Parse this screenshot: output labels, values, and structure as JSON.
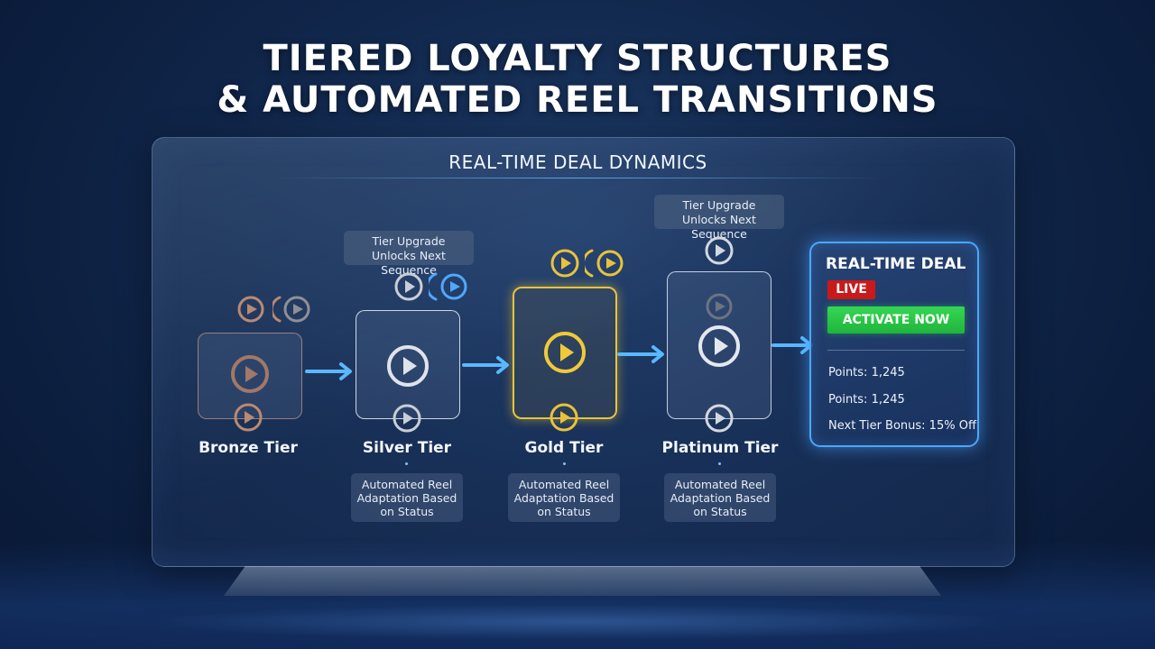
{
  "title": {
    "line1": "TIERED LOYALTY STRUCTURES",
    "line2": "& AUTOMATED REEL TRANSITIONS"
  },
  "panel": {
    "title": "REAL-TIME DEAL DYNAMICS"
  },
  "tiers": [
    {
      "name": "Bronze Tier",
      "color": "#b98a72"
    },
    {
      "name": "Silver Tier",
      "color": "#d6dbe2"
    },
    {
      "name": "Gold Tier",
      "color": "#e8c33a"
    },
    {
      "name": "Platinum Tier",
      "color": "#e4e8ee"
    }
  ],
  "tooltips": {
    "silver": "Tier Upgrade Unlocks Next Sequence",
    "platinum": "Tier Upgrade Unlocks Next Sequence"
  },
  "descriptions": {
    "silver": "Automated Reel Adaptation Based on Status",
    "gold": "Automated Reel Adaptation Based on Status",
    "platinum": "Automated Reel Adaptation Based on Status"
  },
  "deal": {
    "title": "REAL-TIME DEAL",
    "live_label": "LIVE",
    "activate_label": "ACTIVATE NOW",
    "points_1": "Points: 1,245",
    "points_2": "Points: 1,245",
    "next_tier_bonus": "Next Tier Bonus: 15% Off"
  },
  "colors": {
    "accent_blue": "#4aa8ff",
    "live_red": "#c91a1a",
    "activate_green": "#2ac748"
  },
  "icons": [
    "play-icon",
    "arrow-right-icon"
  ]
}
